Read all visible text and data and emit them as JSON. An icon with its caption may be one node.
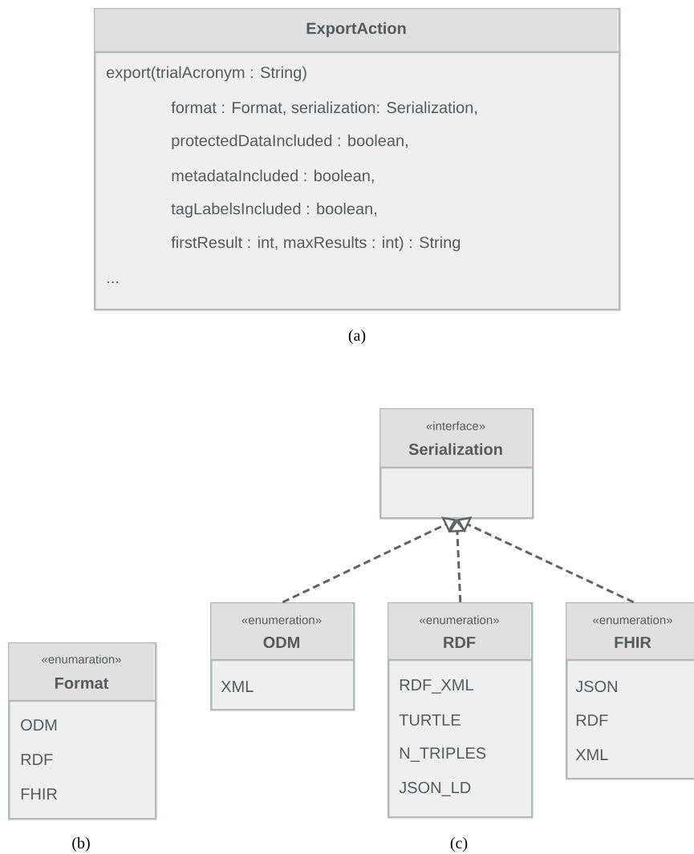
{
  "diagram": {
    "nodes": [
      {
        "text": [
          "ExportAction",
          "export(trialAcronym : String)",
          "format : Format, serialization: Serialization,",
          "protectedDataIncluded : boolean,",
          "metadataIncluded : boolean,",
          "tagLabelsIncluded : boolean,",
          "firstResult : int, maxResults : int) : String",
          "..."
        ]
      },
      {
        "text": [
          "«interface»",
          "Serialization"
        ]
      },
      {
        "text": [
          "«enumeration»",
          "ODM",
          "XML"
        ]
      },
      {
        "text": [
          "«enumeration»",
          "RDF",
          "RDF_XML",
          "TURTLE",
          "N_TRIPLES",
          "JSON_LD"
        ]
      },
      {
        "text": [
          "«enumeration»",
          "FHIR",
          "JSON",
          "RDF",
          "XML"
        ]
      },
      {
        "text": [
          "«enumaration»",
          "Format",
          "ODM",
          "RDF",
          "FHIR"
        ]
      }
    ],
    "edges": [
      {
        "from": 2,
        "to": 1,
        "arrow": "to",
        "style": "dashed"
      },
      {
        "from": 3,
        "to": 1,
        "arrow": "to",
        "style": "dashed"
      },
      {
        "from": 4,
        "to": 1,
        "arrow": "to",
        "style": "dashed"
      }
    ],
    "labels": [
      "(a)",
      "(b)",
      "(c)"
    ]
  }
}
